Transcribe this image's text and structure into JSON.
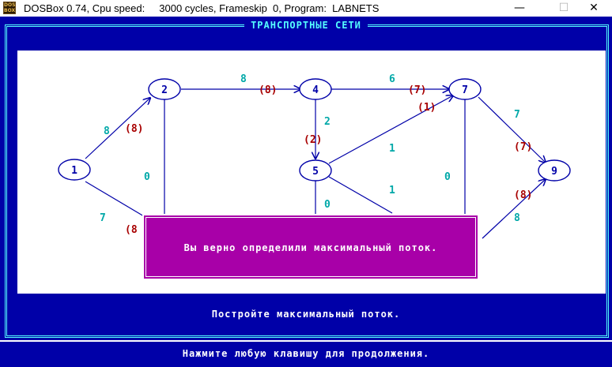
{
  "window": {
    "title": "DOSBox 0.74, Cpu speed:     3000 cycles, Frameskip  0, Program:  LABNETS",
    "icon": "dosbox-app-icon",
    "controls": {
      "minimize": "—",
      "maximize": "☐",
      "close": "✕"
    }
  },
  "screen": {
    "header": "ТРАНСПОРТНЫЕ СЕТИ",
    "instruction": "Постройте максимальный поток.",
    "footer": "Нажмите любую клавишу для продолжения."
  },
  "graph": {
    "nodes": [
      {
        "id": "1",
        "label": "1"
      },
      {
        "id": "2",
        "label": "2"
      },
      {
        "id": "4",
        "label": "4"
      },
      {
        "id": "5",
        "label": "5"
      },
      {
        "id": "7",
        "label": "7"
      },
      {
        "id": "9",
        "label": "9"
      }
    ],
    "edges": [
      {
        "from": "1",
        "to": "2",
        "capacity": "8",
        "flow": "(8)"
      },
      {
        "from": "1",
        "to": "lower",
        "capacity": "7",
        "flow": "(8"
      },
      {
        "from": "2",
        "to": "4",
        "capacity": "8",
        "flow": "(8)"
      },
      {
        "from": "2",
        "to": "lower",
        "capacity": "0"
      },
      {
        "from": "4",
        "to": "7",
        "capacity": "6",
        "flow": "(7)"
      },
      {
        "from": "4",
        "to": "5",
        "capacity": "2",
        "flow": "(2)"
      },
      {
        "from": "5",
        "to": "7",
        "capacity": "1",
        "flow": "(1)"
      },
      {
        "from": "5",
        "to": "lower",
        "capacity": "1"
      },
      {
        "from": "5",
        "to": "lower-2",
        "capacity": "0"
      },
      {
        "from": "7",
        "to": "lower",
        "capacity": "0"
      },
      {
        "from": "7",
        "to": "9",
        "capacity": "7",
        "flow": "(7)"
      },
      {
        "from": "lower",
        "to": "9",
        "capacity": "8",
        "flow": "(8)"
      }
    ]
  },
  "dialog": {
    "message": "Вы верно определили максимальный поток."
  },
  "colors": {
    "screen_bg": "#0000a8",
    "panel_bg": "#ffffff",
    "node_color": "#0000a8",
    "capacity_color": "#00a8a8",
    "flow_color": "#a80000",
    "dialog_bg": "#a800a8",
    "frame_color": "#55ffff"
  }
}
